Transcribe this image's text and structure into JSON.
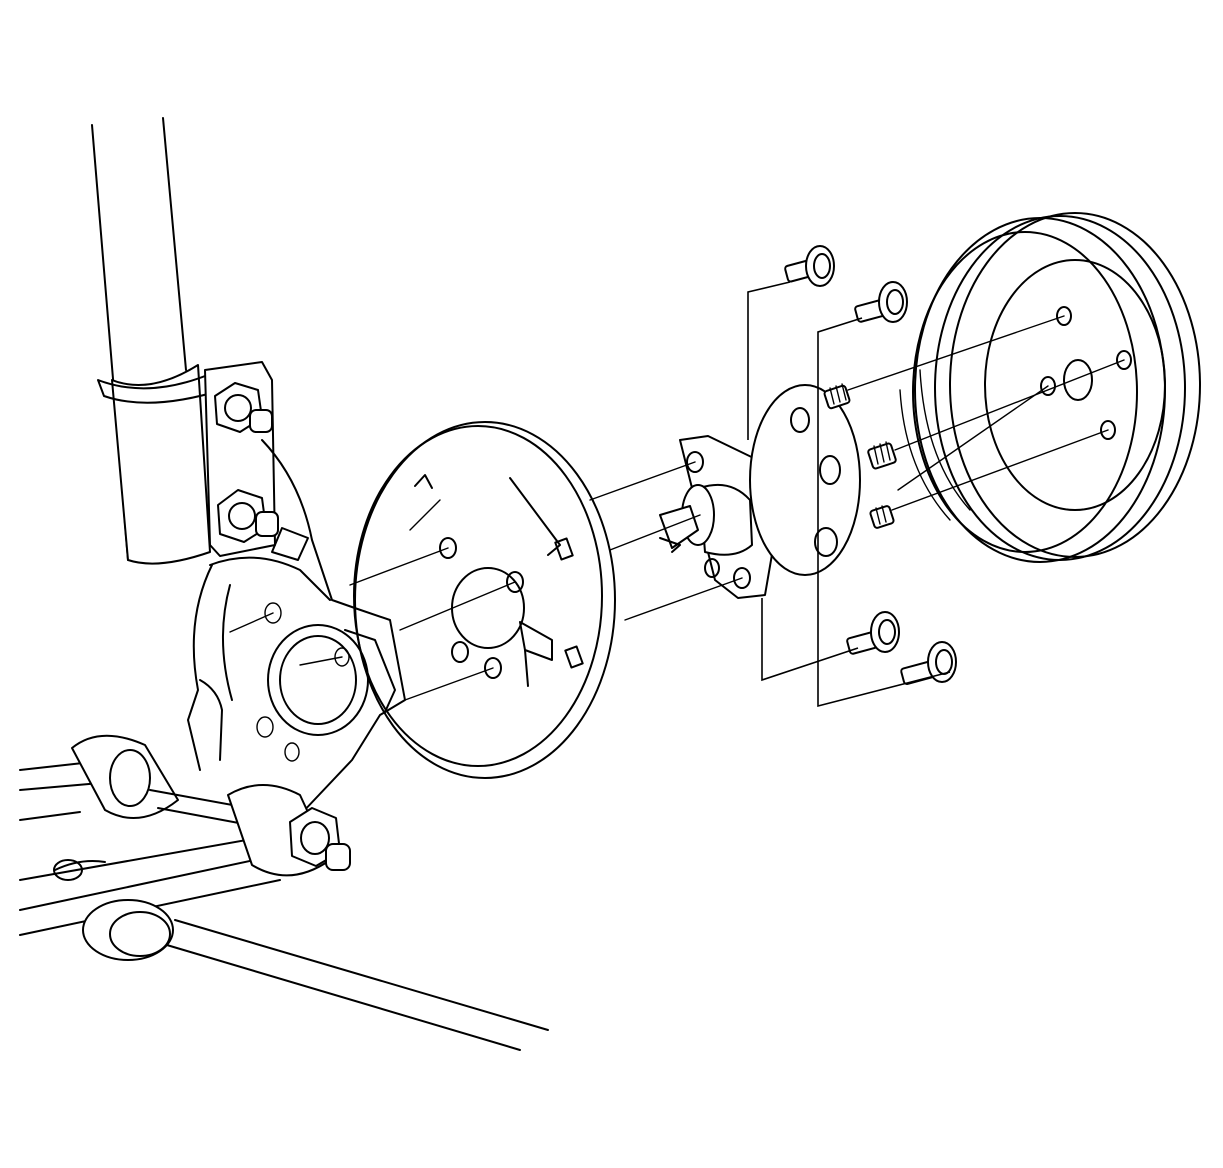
{
  "diagram": {
    "colors": {
      "line": "#000000",
      "background": "#ffffff"
    },
    "parts": [
      "shock-absorber",
      "trailing-arm-knuckle",
      "backing-plate",
      "hub-and-bearing",
      "brake-drum",
      "hub-bolts",
      "axle-beam"
    ]
  }
}
